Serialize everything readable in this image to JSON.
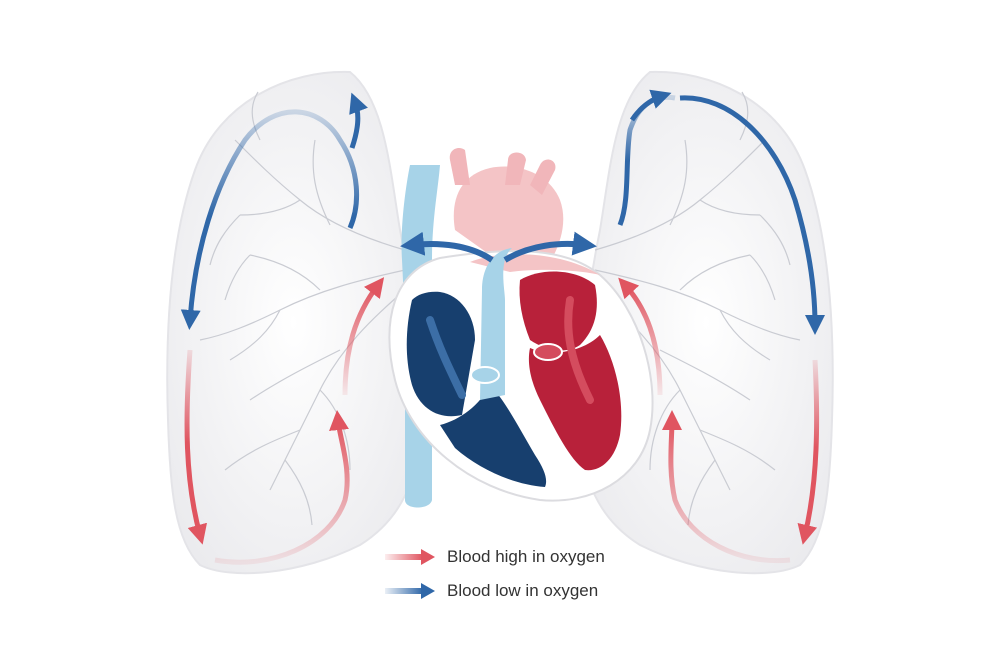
{
  "colors": {
    "oxygen_high": "#e05560",
    "oxygen_low": "#2f67a8",
    "deoxygenated_chamber": "#173f6e",
    "oxygenated_chamber": "#b8213a",
    "vessel_light_blue": "#a7d3e8",
    "aorta_pink": "#f4c4c6",
    "lung_fill": "#f2f2f4",
    "airway_lines": "#c9cbd2"
  },
  "legend": [
    {
      "label": "Blood high in oxygen",
      "color_key": "oxygen_high",
      "icon": "red-arrow-icon"
    },
    {
      "label": "Blood low in oxygen",
      "color_key": "oxygen_low",
      "icon": "blue-arrow-icon"
    }
  ]
}
